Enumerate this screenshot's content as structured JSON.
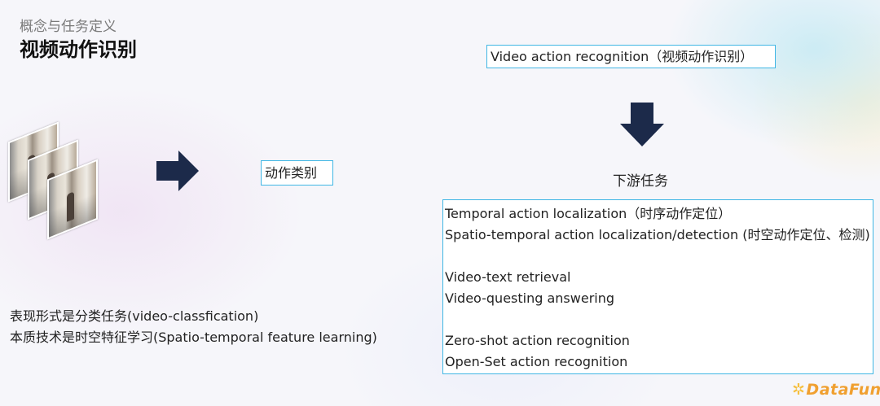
{
  "header": {
    "subtitle": "概念与任务定义",
    "title": "视频动作识别"
  },
  "left": {
    "output_label": "动作类别",
    "description": [
      "表现形式是分类任务(video-classfication)",
      "本质技术是时空特征学习(Spatio-temporal feature learning)"
    ]
  },
  "right": {
    "top_label": "Video action recognition（视频动作识别）",
    "downstream_label": "下游任务",
    "tasks": [
      "Temporal action localization（时序动作定位）",
      "Spatio-temporal action localization/detection (时空动作定位、检测)",
      "",
      "Video-text retrieval",
      "Video-questing answering",
      "",
      "Zero-shot action recognition",
      "Open-Set action recognition"
    ]
  },
  "logo": {
    "text": "DataFun."
  },
  "colors": {
    "arrow": "#1c2a4a",
    "box_border": "#3fb6e4",
    "logo": "#f0a030"
  },
  "icons": {
    "right_arrow": "arrow-right-icon",
    "down_arrow": "arrow-down-icon",
    "frames": "video-frames-icon"
  }
}
